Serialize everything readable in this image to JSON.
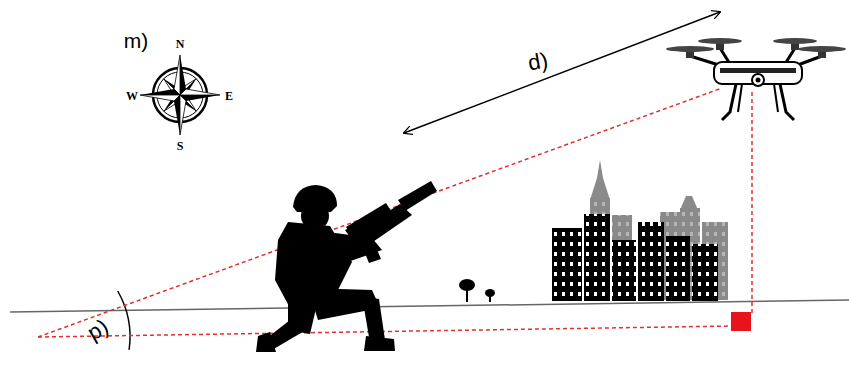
{
  "diagram": {
    "labels": [
      "m)",
      "N",
      "W",
      "E",
      "S",
      "d)",
      "p)"
    ]
  }
}
